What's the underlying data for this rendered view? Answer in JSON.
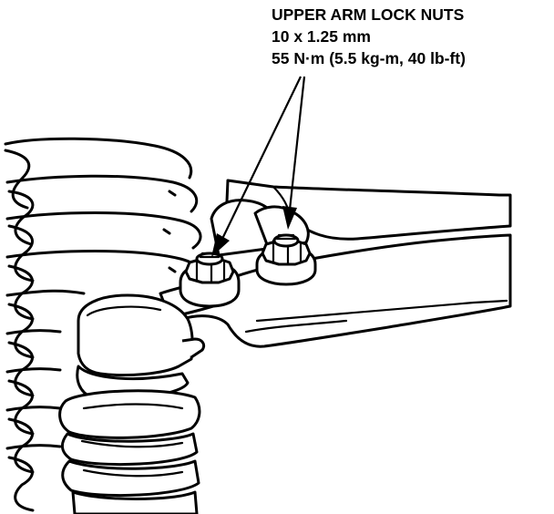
{
  "callout": {
    "title": "UPPER ARM LOCK NUTS",
    "size": "10 x 1.25 mm",
    "torque": "55 N·m (5.5 kg-m, 40 lb-ft)"
  },
  "colors": {
    "ink": "#000000",
    "paper": "#ffffff"
  }
}
